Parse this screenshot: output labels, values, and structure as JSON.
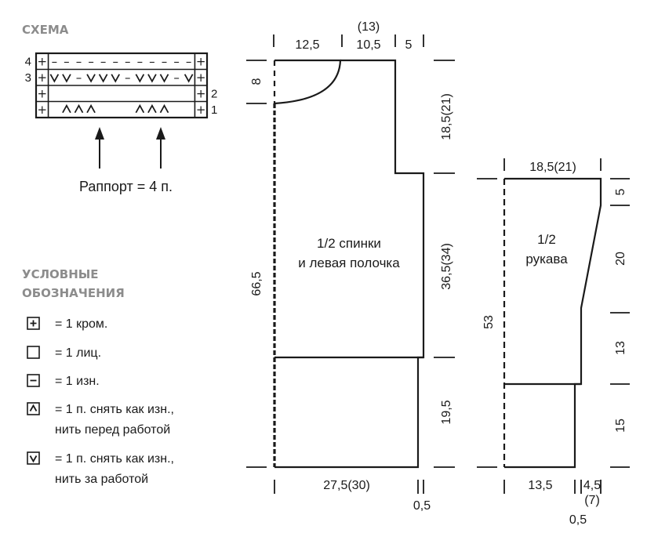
{
  "chart_heading": "СХЕМА",
  "chart": {
    "rows": [
      {
        "num": "4",
        "side": "left",
        "cells": [
          "+",
          "–",
          "–",
          "–",
          "–",
          "–",
          "–",
          "–",
          "–",
          "–",
          "–",
          "–",
          "–",
          "+"
        ]
      },
      {
        "num": "3",
        "side": "left",
        "cells": [
          "+",
          "v",
          "v",
          "–",
          "v",
          "v",
          "v",
          "–",
          "v",
          "v",
          "v",
          "–",
          "v",
          "+"
        ]
      },
      {
        "num": "2",
        "side": "right",
        "cells": [
          "+",
          "",
          "",
          "",
          "",
          "",
          "",
          "",
          "",
          "",
          "",
          "",
          "",
          "+"
        ]
      },
      {
        "num": "1",
        "side": "right",
        "cells": [
          "+",
          "",
          "^",
          "^",
          "^",
          "",
          "",
          "",
          "^",
          "^",
          "^",
          "",
          "",
          "+"
        ]
      }
    ],
    "rapport_label": "Раппорт = 4 п."
  },
  "legend": {
    "title_line1": "УСЛОВНЫЕ",
    "title_line2": "ОБОЗНАЧЕНИЯ",
    "items": [
      {
        "symbol": "+",
        "icon": "plus-box-icon",
        "line1": "= 1 кром.",
        "line2": ""
      },
      {
        "symbol": "",
        "icon": "empty-box-icon",
        "line1": "= 1 лиц.",
        "line2": ""
      },
      {
        "symbol": "–",
        "icon": "minus-box-icon",
        "line1": "= 1 изн.",
        "line2": ""
      },
      {
        "symbol": "^",
        "icon": "caret-up-box-icon",
        "line1": "= 1 п. снять как изн.,",
        "line2": "нить перед работой"
      },
      {
        "symbol": "v",
        "icon": "check-box-icon",
        "line1": "= 1 п. снять как изн.,",
        "line2": "нить за работой"
      }
    ]
  },
  "body_piece": {
    "label_line1": "1/2 спинки",
    "label_line2": "и левая полочка",
    "dims": {
      "top_neck": "12,5",
      "top_shoulder_paren": "(13)",
      "top_shoulder": "10,5",
      "top_armhole": "5",
      "left_neck_depth": "8",
      "left_total": "66,5",
      "right_armhole": "18,5(21)",
      "right_side": "36,5(34)",
      "right_rib": "19,5",
      "bottom_width": "27,5(30)",
      "bottom_small": "0,5"
    }
  },
  "sleeve_piece": {
    "label_line1": "1/2",
    "label_line2": "рукава",
    "dims": {
      "top_width": "18,5(21)",
      "right_top": "5",
      "right_slope": "20",
      "right_straight": "13",
      "right_cuff": "15",
      "left_total": "53",
      "bottom_width": "13,5",
      "bottom_right": "4,5",
      "bottom_right_paren": "(7)",
      "bottom_small": "0,5"
    }
  },
  "colors": {
    "ink": "#1a1a1a",
    "heading": "#8c8c8c",
    "background": "#ffffff"
  }
}
